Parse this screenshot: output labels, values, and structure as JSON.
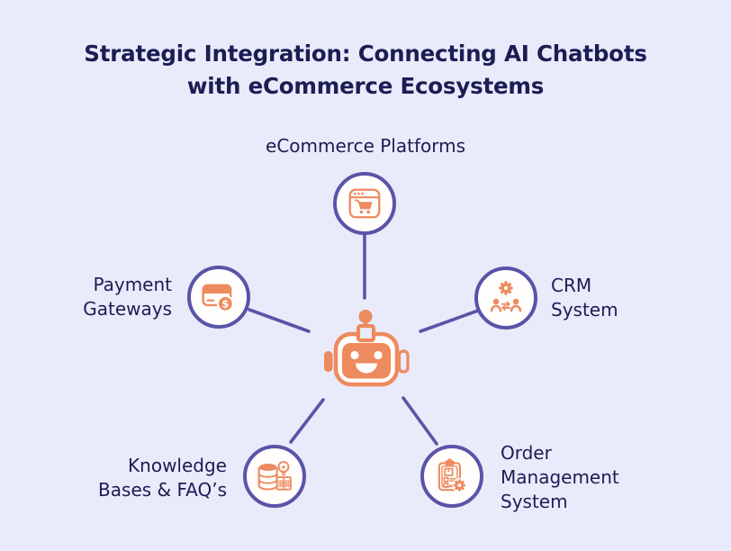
{
  "colors": {
    "background": "#E9EBFB",
    "text_navy": "#1B1D53",
    "connector_indigo": "#5A54A8",
    "accent_orange": "#ED8A5E",
    "node_fill": "#FFFEFD"
  },
  "title": {
    "line1": "Strategic Integration: Connecting AI Chatbots",
    "line2": "with eCommerce Ecosystems"
  },
  "center": {
    "name": "AI chatbot",
    "icon": "robot-icon"
  },
  "nodes": {
    "ecommerce": {
      "label_line1": "eCommerce Platforms",
      "icon": "browser-cart-icon"
    },
    "payment": {
      "label_line1": "Payment",
      "label_line2": "Gateways",
      "icon": "credit-card-dollar-icon"
    },
    "crm": {
      "label_line1": "CRM",
      "label_line2": "System",
      "icon": "people-sync-gear-icon"
    },
    "knowledge": {
      "label_line1": "Knowledge",
      "label_line2": "Bases & FAQ’s",
      "icon": "database-lightbulb-book-icon"
    },
    "order": {
      "label_line1": "Order",
      "label_line2": "Management",
      "label_line3": "System",
      "icon": "clipboard-gear-icon"
    }
  },
  "glyphs": {
    "dollar_sign": "$"
  }
}
